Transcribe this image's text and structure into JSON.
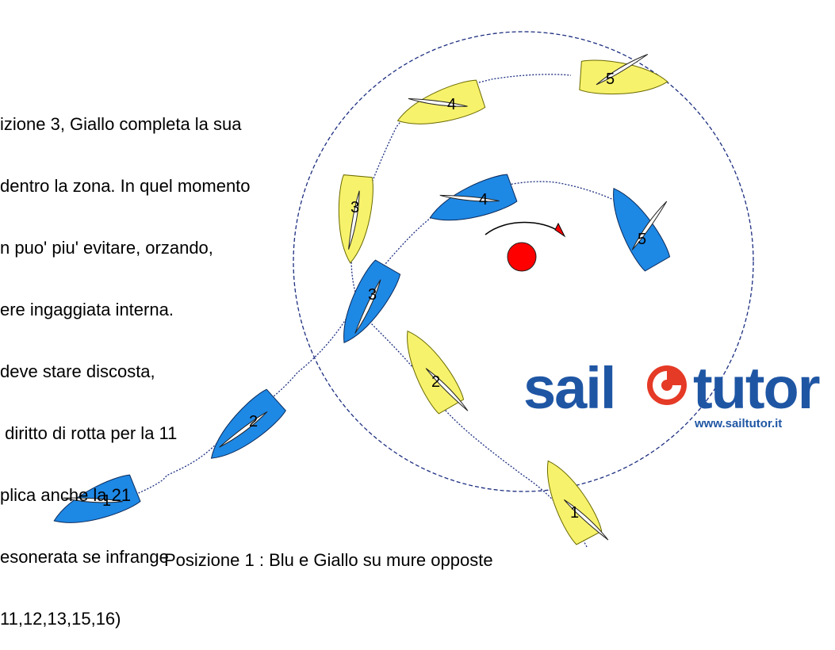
{
  "description_lines": [
    "izione 3, Giallo completa la sua",
    "dentro la zona. In quel momento",
    "n puo' piu' evitare, orzando,",
    "ere ingaggiata interna.",
    "deve stare discosta,",
    " diritto di rotta per la 11",
    "plica anche la 21",
    "esonerata se infrange",
    "11,12,13,15,16)"
  ],
  "caption": "Posizione 1 : Blu e Giallo su mure opposte",
  "logo": {
    "word_left": "sail",
    "word_right": "tutor",
    "url": "www.sailtutor.it"
  },
  "boats": {
    "blue": [
      "1",
      "2",
      "3",
      "4",
      "5"
    ],
    "yellow": [
      "1",
      "2",
      "3",
      "4",
      "5"
    ]
  },
  "colors": {
    "blue_boat": "#1e88e5",
    "yellow_boat": "#f7f26b",
    "mark": "#ff0000",
    "zone_circle": "#1c2e80",
    "track": "#1c2e80",
    "logo_blue": "#1f56a4",
    "logo_red": "#e53a26"
  }
}
